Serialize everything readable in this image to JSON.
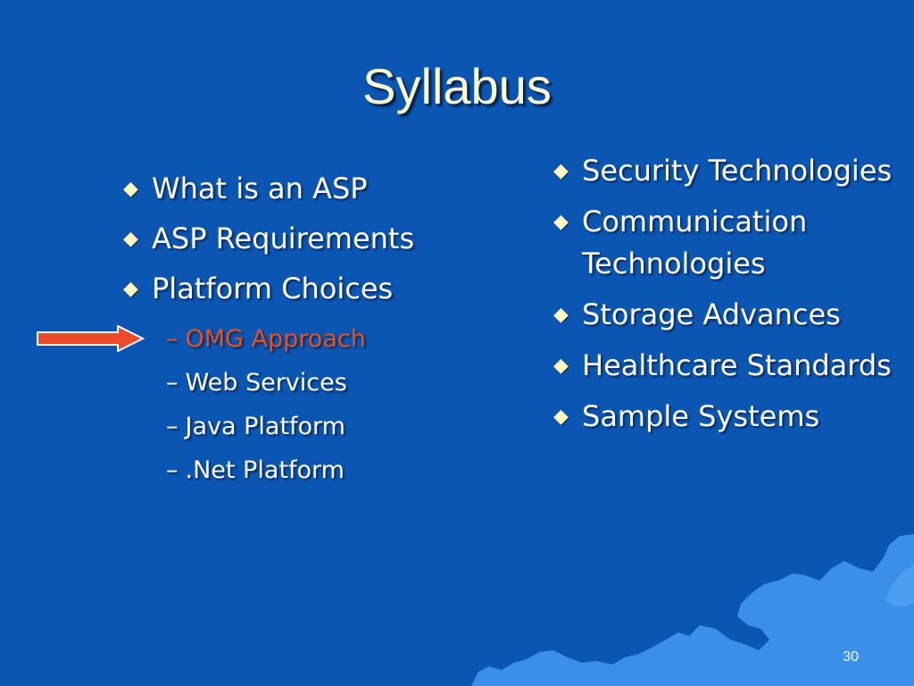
{
  "slide": {
    "title": "Syllabus",
    "page_number": "30",
    "bullet_glyph": "◆",
    "sub_dash": "–",
    "colors": {
      "background": "#0c56b3",
      "title": "#fffdd0",
      "text": "#ffffff",
      "highlight": "#e8501e",
      "decoration": "#3a8fea",
      "arrow": "#ee4a2a"
    }
  },
  "left_column": {
    "items": [
      {
        "label": "What is an ASP"
      },
      {
        "label": "ASP Requirements"
      },
      {
        "label": "Platform Choices"
      }
    ],
    "subitems": [
      {
        "label": "OMG Approach"
      },
      {
        "label": "Web Services"
      },
      {
        "label": "Java Platform"
      },
      {
        "label": ".Net Platform"
      }
    ]
  },
  "right_column": {
    "items": [
      {
        "label": "Security Technologies"
      },
      {
        "label": "Communication Technologies"
      },
      {
        "label": "Storage Advances"
      },
      {
        "label": "Healthcare Standards"
      },
      {
        "label": "Sample Systems"
      }
    ]
  },
  "icons": {
    "arrow": "right-arrow-icon",
    "bullet": "diamond-bullet-icon",
    "decoration": "coastline-decoration"
  }
}
